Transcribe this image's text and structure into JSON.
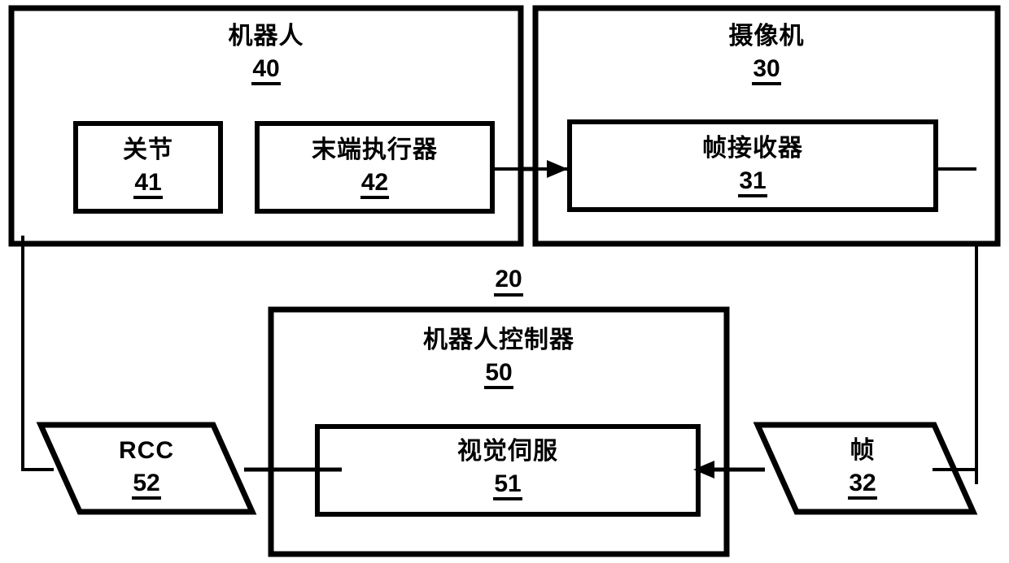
{
  "diagram": {
    "title": "Robot visual servoing system block diagram",
    "language": "zh-CN",
    "system_ref": "20",
    "stroke_color": "#000000",
    "background_color": "#ffffff",
    "nodes": {
      "robot": {
        "label": "机器人",
        "ref": "40",
        "shape": "rectangle"
      },
      "camera": {
        "label": "摄像机",
        "ref": "30",
        "shape": "rectangle"
      },
      "joint": {
        "label": "关节",
        "ref": "41",
        "shape": "rectangle"
      },
      "end_effector": {
        "label": "末端执行器",
        "ref": "42",
        "shape": "rectangle"
      },
      "frame_receiver": {
        "label": "帧接收器",
        "ref": "31",
        "shape": "rectangle"
      },
      "controller": {
        "label": "机器人控制器",
        "ref": "50",
        "shape": "rectangle"
      },
      "visual_servo": {
        "label": "视觉伺服",
        "ref": "51",
        "shape": "rectangle"
      },
      "rcc": {
        "label": "RCC",
        "ref": "52",
        "shape": "parallelogram"
      },
      "frame": {
        "label": "帧",
        "ref": "32",
        "shape": "parallelogram"
      }
    },
    "connections": [
      {
        "from": "visual_servo",
        "to": "joint",
        "arrow": true
      },
      {
        "from": "joint",
        "to": "end_effector",
        "arrow": true
      },
      {
        "from": "end_effector",
        "to": "frame_receiver",
        "arrow": true
      },
      {
        "from": "frame_receiver",
        "to": "frame",
        "arrow": false
      },
      {
        "from": "frame",
        "to": "visual_servo",
        "arrow": true
      },
      {
        "from": "visual_servo",
        "to": "rcc",
        "arrow": false
      },
      {
        "from": "rcc",
        "to": "joint",
        "arrow": true
      }
    ]
  }
}
